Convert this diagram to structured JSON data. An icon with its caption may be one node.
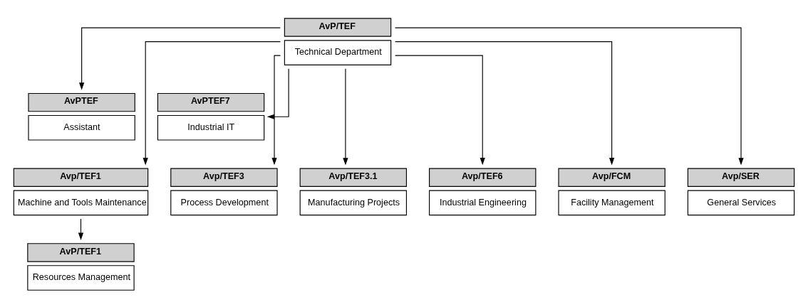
{
  "diagram": {
    "nodes": [
      {
        "text": [
          "AvP/TEF",
          "Technical Department"
        ]
      },
      {
        "text": [
          "AvPTEF",
          "Assistant"
        ]
      },
      {
        "text": [
          "AvPTEF7",
          "Industrial IT"
        ]
      },
      {
        "text": [
          "Avp/TEF1",
          "Machine and Tools Maintenance"
        ]
      },
      {
        "text": [
          "Avp/TEF3",
          "Process Development"
        ]
      },
      {
        "text": [
          "Avp/TEF3.1",
          "Manufacturing Projects"
        ]
      },
      {
        "text": [
          "Avp/TEF6",
          "Industrial Engineering"
        ]
      },
      {
        "text": [
          "Avp/FCM",
          "Facility Management"
        ]
      },
      {
        "text": [
          "Avp/SER",
          "General Services"
        ]
      },
      {
        "text": [
          "AvP/TEF1",
          "Resources Management"
        ]
      }
    ],
    "edges": [
      {
        "from": 0,
        "to": 1,
        "arrow": "to"
      },
      {
        "from": 0,
        "to": 2,
        "arrow": "to"
      },
      {
        "from": 0,
        "to": 3,
        "arrow": "to"
      },
      {
        "from": 0,
        "to": 4,
        "arrow": "to"
      },
      {
        "from": 0,
        "to": 5,
        "arrow": "to"
      },
      {
        "from": 0,
        "to": 6,
        "arrow": "to"
      },
      {
        "from": 0,
        "to": 7,
        "arrow": "to"
      },
      {
        "from": 0,
        "to": 8,
        "arrow": "to"
      },
      {
        "from": 3,
        "to": 9,
        "arrow": "to"
      }
    ]
  }
}
